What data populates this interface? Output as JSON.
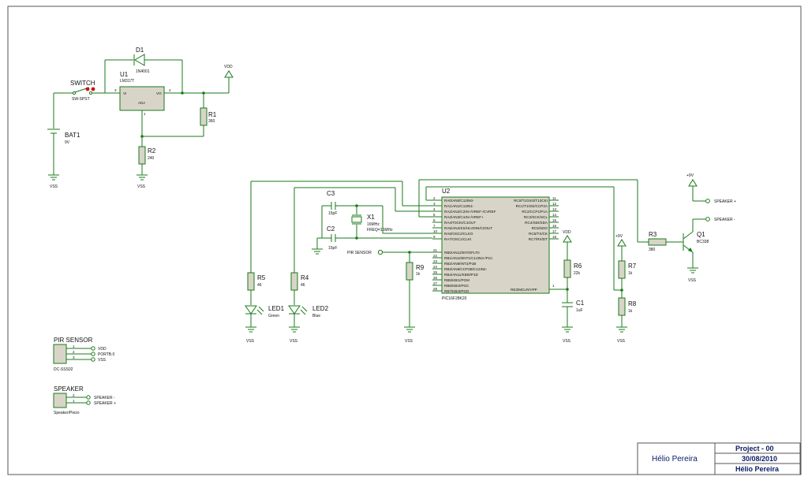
{
  "title_block": {
    "author": "Hélio Pereira",
    "project": "Project - 00",
    "date": "30/08/2010",
    "author_short": "Hélio Pereira"
  },
  "labels": {
    "D1": "D1",
    "D1_part": "1N4001",
    "U1": "U1",
    "U1_part": "LM317T",
    "U1_vi": "VI",
    "U1_vo": "VO",
    "U1_adj": "ADJ",
    "U1_pin3": "3",
    "U1_pin2": "2",
    "U1_pin1": "1",
    "switch": "SWITCH",
    "switch_part": "SW-SPST",
    "vdd": "VDD",
    "R1": "R1",
    "R1_val": "360",
    "BAT1": "BAT1",
    "BAT1_val": "9V",
    "R2": "R2",
    "R2_val": "240",
    "vss": "VSS",
    "U2": "U2",
    "U2_part": "PIC16F28K20",
    "C3": "C3",
    "C3_val": "15pF",
    "C2": "C2",
    "C2_val": "15pF",
    "X1": "X1",
    "X1_val": "16MHz",
    "X1_freq": "FREQ=16MHz",
    "pir_net": "PIR SENSOR",
    "R9": "R9",
    "R9_val": "1k",
    "R6": "R6",
    "R6_val": "22k",
    "C1": "C1",
    "C1_val": "1uF",
    "R7": "R7",
    "R7_val": "1k",
    "R8": "R8",
    "R8_val": "1k",
    "R3": "R3",
    "R3_val": "380",
    "Q1": "Q1",
    "Q1_part": "BC338",
    "plus9v": "+9V",
    "speaker_plus": "SPEAKER +",
    "speaker_minus": "SPEAKER -",
    "R5": "R5",
    "R5_val": "46",
    "R4": "R4",
    "R4_val": "46",
    "LED1": "LED1",
    "LED1_col": "Green",
    "LED2": "LED2",
    "LED2_col": "Blue",
    "pir_conn": "PIR SENSOR",
    "pir_conn_part": "DC-SSS02",
    "pir_pins": [
      "1",
      "2",
      "3"
    ],
    "pir_nets": [
      "VDD",
      "PORTB.0",
      "VSS"
    ],
    "spk_conn": "SPEAKER",
    "spk_conn_part": "Speaker/Piezo",
    "spk_pins": [
      "2",
      "1"
    ],
    "spk_nets": [
      "SPEAKER -",
      "SPEAKER +"
    ]
  },
  "pic": {
    "left_pins": [
      {
        "num": "2",
        "name": "RA0/AN0/C12IN0-"
      },
      {
        "num": "3",
        "name": "RA1/AN1/C12IN1-"
      },
      {
        "num": "4",
        "name": "RA2/AN2/C2IN+/VREF-/CVREF"
      },
      {
        "num": "5",
        "name": "RA3/AN3/C1IN+/VREF+"
      },
      {
        "num": "6",
        "name": "RA4/T0CKI/C1OUT"
      },
      {
        "num": "7",
        "name": "RA5/AN4/SS/HLVDIN/C2OUT"
      },
      {
        "num": "10",
        "name": "RA6/OSC2/CLKO"
      },
      {
        "num": "9",
        "name": "RA7/OSC1/CLKI"
      },
      {
        "num": "21",
        "name": "RB0/AN12/INT0/FLT0"
      },
      {
        "num": "22",
        "name": "RB1/AN10/INT1/C12IN3-/P1C"
      },
      {
        "num": "23",
        "name": "RB2/AN8/INT2/P1B"
      },
      {
        "num": "24",
        "name": "RB3/AN9/CCP2B/C12IN2-"
      },
      {
        "num": "25",
        "name": "RB4/AN11/KBI0/P1D"
      },
      {
        "num": "26",
        "name": "RB5/KBI1/PGM"
      },
      {
        "num": "27",
        "name": "RB6/KBI2/PGC"
      },
      {
        "num": "28",
        "name": "RB7/KBI3/PGD"
      }
    ],
    "right_pins": [
      {
        "num": "11",
        "name": "RC0/T1OSO/T13CKI"
      },
      {
        "num": "12",
        "name": "RC1/T1OSI/CCP2A"
      },
      {
        "num": "13",
        "name": "RC2/CCP1/P1A"
      },
      {
        "num": "14",
        "name": "RC3/SCK/SCL"
      },
      {
        "num": "15",
        "name": "RC4/SDI/SDA"
      },
      {
        "num": "16",
        "name": "RC5/SDO"
      },
      {
        "num": "17",
        "name": "RC6/TX/CK"
      },
      {
        "num": "18",
        "name": "RC7/RX/DT"
      }
    ],
    "mclr": {
      "num": "1",
      "name": "RE3/MCLR/VPP"
    }
  }
}
